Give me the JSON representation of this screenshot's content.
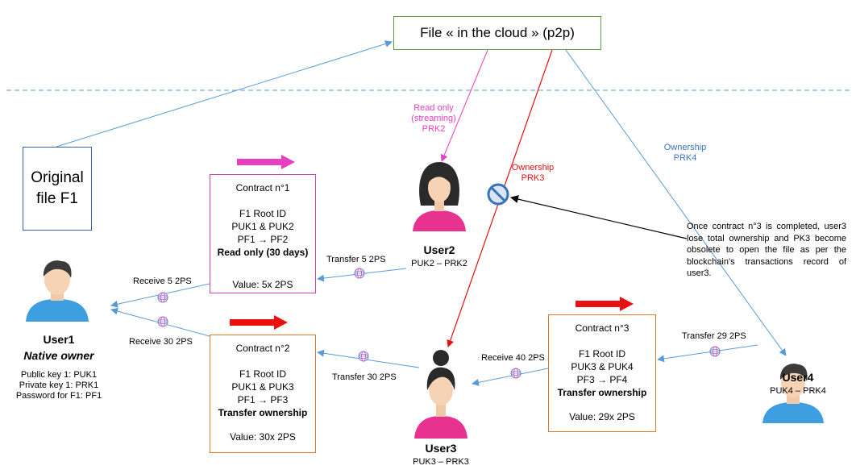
{
  "cloud": {
    "label": "File « in the cloud » (p2p)"
  },
  "file": {
    "label": "Original file F1"
  },
  "contracts": [
    {
      "title": "Contract n°1",
      "lines": [
        "F1 Root ID",
        "PUK1 & PUK2",
        "PF1 → PF2"
      ],
      "mode": "Read only (30 days)",
      "value": "Value: 5x 2PS",
      "accent": "#d63fb4"
    },
    {
      "title": "Contract n°2",
      "lines": [
        "F1 Root ID",
        "PUK1 & PUK3",
        "PF1 → PF3"
      ],
      "mode": "Transfer ownership",
      "value": "Value: 30x 2PS",
      "accent": "#e07a2b"
    },
    {
      "title": "Contract n°3",
      "lines": [
        "F1 Root ID",
        "PUK3 & PUK4",
        "PF3 → PF4"
      ],
      "mode": "Transfer ownership",
      "value": "Value: 29x 2PS",
      "accent": "#e07a2b"
    }
  ],
  "users": {
    "user1": {
      "name": "User1",
      "role": "Native owner",
      "details": [
        "Public key 1: PUK1",
        "Private key 1: PRK1",
        "Password for F1: PF1"
      ]
    },
    "user2": {
      "name": "User2",
      "keys": "PUK2 – PRK2"
    },
    "user3": {
      "name": "User3",
      "keys": "PUK3 – PRK3"
    },
    "user4": {
      "name": "User4",
      "keys": "PUK4 – PRK4"
    }
  },
  "links": {
    "read_only": [
      "Read only",
      "(streaming)",
      "PRK2"
    ],
    "ownership3": [
      "Ownership",
      "PRK3"
    ],
    "ownership4": [
      "Ownership",
      "PRK4"
    ]
  },
  "transfers": {
    "transfer_5": "Transfer 5 2PS",
    "receive_5": "Receive 5 2PS",
    "receive_30": "Receive 30 2PS",
    "transfer_30": "Transfer 30 2PS",
    "receive_40": "Receive 40 2PS",
    "transfer_29": "Transfer 29 2PS"
  },
  "note": "Once contract n°3 is completed, user3 lose total ownership and PK3 become obsolete to open the file as per the blockchain's transactions record of user3.",
  "colors": {
    "pink": "#e83fc0",
    "red": "#e81010",
    "blue": "#5b9bd5",
    "green": "#5b9b3a",
    "orange": "#e07a2b"
  }
}
